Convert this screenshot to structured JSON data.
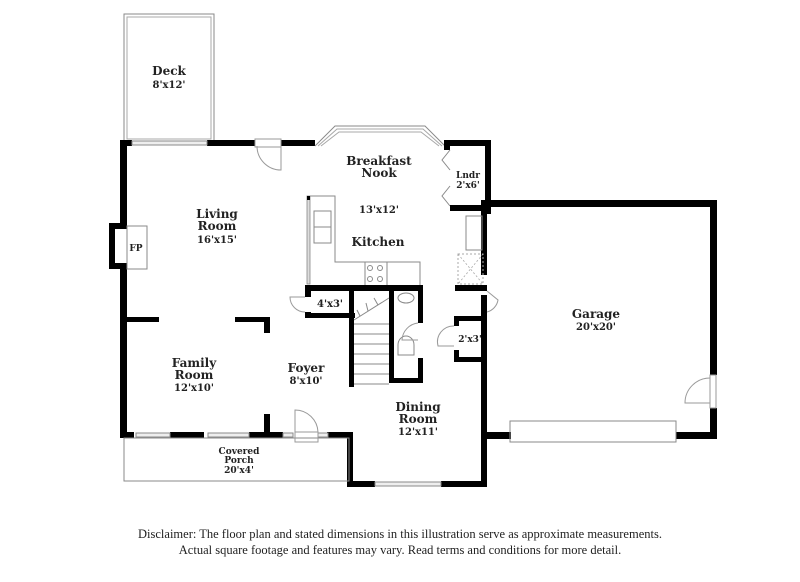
{
  "floor_plan": {
    "rooms": [
      {
        "id": "deck",
        "name": "Deck",
        "dimensions": "8'x12'"
      },
      {
        "id": "living-room",
        "name_line1": "Living",
        "name_line2": "Room",
        "dimensions": "16'x15'"
      },
      {
        "id": "fireplace",
        "name": "FP"
      },
      {
        "id": "breakfast-nook",
        "name_line1": "Breakfast",
        "name_line2": "Nook"
      },
      {
        "id": "kitchen",
        "name": "Kitchen",
        "dimensions": "13'x12'"
      },
      {
        "id": "laundry",
        "name": "Lndr",
        "dimensions": "2'x6'"
      },
      {
        "id": "closet-4x3",
        "dimensions": "4'x3'"
      },
      {
        "id": "closet-2x3",
        "dimensions": "2'x3'"
      },
      {
        "id": "family-room",
        "name_line1": "Family",
        "name_line2": "Room",
        "dimensions": "12'x10'"
      },
      {
        "id": "foyer",
        "name": "Foyer",
        "dimensions": "8'x10'"
      },
      {
        "id": "dining-room",
        "name_line1": "Dining",
        "name_line2": "Room",
        "dimensions": "12'x11'"
      },
      {
        "id": "covered-porch",
        "name_line1": "Covered",
        "name_line2": "Porch",
        "dimensions": "20'x4'"
      },
      {
        "id": "garage",
        "name": "Garage",
        "dimensions": "20'x20'"
      }
    ]
  },
  "disclaimer": {
    "line1": "Disclaimer: The floor plan and stated dimensions in this illustration serve as approximate measurements.",
    "line2": "Actual square footage and features may vary. Read terms and conditions for more detail."
  }
}
